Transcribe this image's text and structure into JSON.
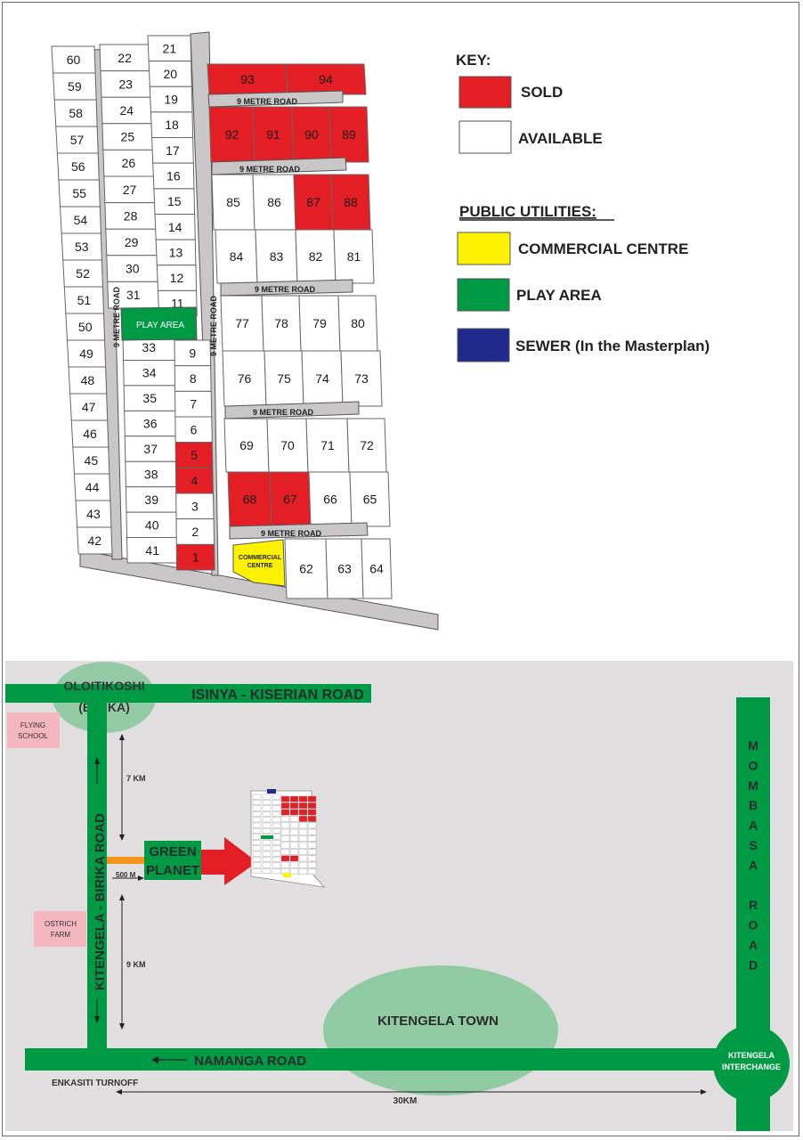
{
  "key": {
    "title": "KEY:",
    "items": [
      {
        "label": "SOLD",
        "color": "#e31e24"
      },
      {
        "label": "AVAILABLE",
        "color": "#ffffff"
      }
    ],
    "utilities_title": "PUBLIC UTILITIES:",
    "utilities": [
      {
        "label": "COMMERCIAL CENTRE",
        "color": "#fff200"
      },
      {
        "label": "PLAY AREA",
        "color": "#009a44"
      },
      {
        "label": "SEWER (In the Masterplan)",
        "color": "#1f2a8c"
      }
    ]
  },
  "site_plan": {
    "road_label": "9 METRE ROAD",
    "play_area_label": "PLAY AREA",
    "commercial_label_line1": "COMMERCIAL",
    "commercial_label_line2": "CENTRE",
    "col1_plots": [
      "60",
      "59",
      "58",
      "57",
      "56",
      "55",
      "54",
      "53",
      "52",
      "51",
      "50",
      "49",
      "48",
      "47",
      "46",
      "45",
      "44",
      "43",
      "42"
    ],
    "col2_plots": [
      "22",
      "23",
      "24",
      "25",
      "26",
      "27",
      "28",
      "29",
      "30",
      "31",
      "33",
      "34",
      "35",
      "36",
      "37",
      "38",
      "39",
      "40",
      "41"
    ],
    "col3_plots": [
      "21",
      "20",
      "19",
      "18",
      "17",
      "16",
      "15",
      "14",
      "13",
      "12",
      "11",
      "9",
      "8",
      "7",
      "6",
      "5",
      "4",
      "3",
      "2",
      "1"
    ],
    "block_plots": [
      "93",
      "94",
      "92",
      "91",
      "90",
      "89",
      "85",
      "86",
      "87",
      "88",
      "84",
      "83",
      "82",
      "81",
      "77",
      "78",
      "79",
      "80",
      "76",
      "75",
      "74",
      "73",
      "69",
      "70",
      "71",
      "72",
      "68",
      "67",
      "66",
      "65",
      "62",
      "63",
      "64"
    ],
    "sold_plots": [
      "93",
      "94",
      "92",
      "91",
      "90",
      "89",
      "87",
      "88",
      "68",
      "67",
      "5",
      "4",
      "1"
    ]
  },
  "location_map": {
    "oloitikoshi_line1": "OLOITIKOSHI",
    "oloitikoshi_line2": "(BIRIKA)",
    "isinya_road": "ISINYA - KISERIAN ROAD",
    "flying_school_line1": "FLYING",
    "flying_school_line2": "SCHOOL",
    "ostrich_farm_line1": "OSTRICH",
    "ostrich_farm_line2": "FARM",
    "kitengela_birika_road": "KITENGELA - BIRIKA ROAD",
    "dist_7km": "7 KM",
    "dist_9km": "9 KM",
    "dist_500m": "500 M",
    "dist_30km": "30KM",
    "green_planet_line1": "GREEN",
    "green_planet_line2": "PLANET",
    "mombasa_road_letters": [
      "M",
      "O",
      "M",
      "B",
      "A",
      "S",
      "A",
      "",
      "R",
      "O",
      "A",
      "D"
    ],
    "kitengela_town": "KITENGELA TOWN",
    "namanga_road": "NAMANGA ROAD",
    "enkasiti_turnoff": "ENKASITI TURNOFF",
    "interchange_line1": "KITENGELA",
    "interchange_line2": "INTERCHANGE",
    "road_color": "#009a44",
    "marker_color": "#e31e24"
  }
}
